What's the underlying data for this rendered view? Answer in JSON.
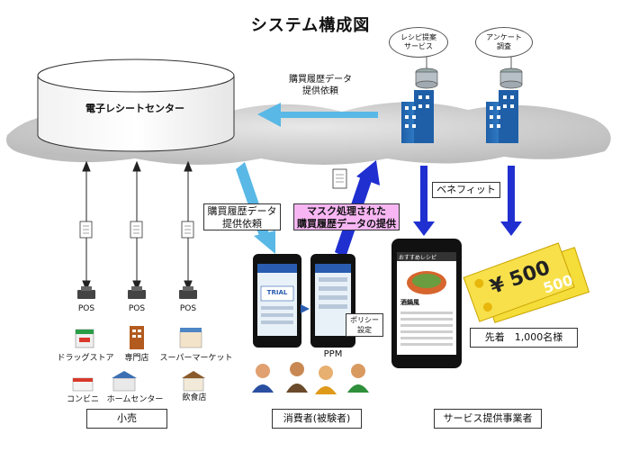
{
  "title": "システム構成図",
  "center": {
    "label": "電子レシートセンター"
  },
  "providers": [
    {
      "label": "レシピ提案\nサービス"
    },
    {
      "label": "アンケート\n調査"
    }
  ],
  "arrows": {
    "request_top": "購買履歴データ\n提供依頼",
    "request_mid": "購買履歴データ\n提供依頼",
    "masked": "マスク処理された\n購買履歴データの提供",
    "benefit": "ベネフィット"
  },
  "pos_terminals": [
    {
      "label": "POS"
    },
    {
      "label": "POS"
    },
    {
      "label": "POS"
    }
  ],
  "stores": [
    {
      "label": "ドラッグストア"
    },
    {
      "label": "専門店"
    },
    {
      "label": "スーパーマーケット"
    },
    {
      "label": "コンビニ"
    },
    {
      "label": "ホームセンター"
    },
    {
      "label": "飲食店"
    }
  ],
  "phone_brand": "TRIAL",
  "phone_app": "PPM",
  "policy_label": "ポリシー\n設定",
  "recipe_screen": {
    "header": "おすすめレシピ",
    "dish": "酒鍋風"
  },
  "voucher": {
    "amount": "¥ 500",
    "back_amount": "500"
  },
  "limited": "先着　1,000名様",
  "groups": {
    "retail": "小売",
    "consumer": "消費者(被験者)",
    "service": "サービス提供事業者"
  },
  "colors": {
    "cloud": "#c9c9c9",
    "light_arrow": "#59b8e6",
    "dark_arrow": "#1f2fd0",
    "masked_bg": "#f7b6f3",
    "voucher": "#f5dd3a",
    "building": "#2d78c2"
  }
}
